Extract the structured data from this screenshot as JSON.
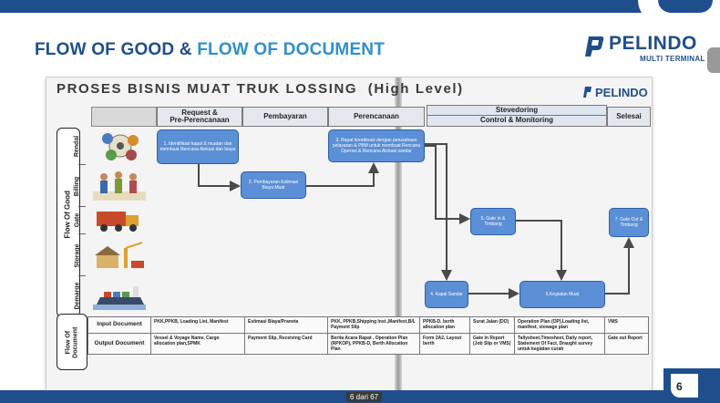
{
  "header": {
    "title_part1": "FLOW OF GOOD & ",
    "title_part2": "FLOW OF DOCUMENT",
    "logo_name": "PELINDO",
    "logo_sub": "MULTI TERMINAL"
  },
  "diagram": {
    "title": "PROSES BISNIS MUAT TRUK LOSSING",
    "title_level": "(High Level)",
    "logo": "PELINDO",
    "phases": {
      "request": "Request &\nPre-Perencanaan",
      "pembayaran": "Pembayaran",
      "perencanaan": "Perencanaan",
      "stevedoring": "Stevedoring",
      "control": "Control & Monitoring",
      "selesai": "Selesai"
    },
    "flow_of_good_label": "Flow Of Good",
    "lanes": [
      "Rendal",
      "Billing",
      "Gate",
      "Storage",
      "Demarge"
    ],
    "steps": {
      "s1": "1. Identifikasi kapal & muatan dan membuat Rencana Alokasi dan biaya",
      "s2": "2. Pembayaran Estimasi Biaya Muat",
      "s3": "3. Rapat koordinasi dengan perusahaan pelayaran & PBM untuk membuat Rencana Operasi & Rencana Alokasi sandar",
      "s4": "4. Kapal Sandar",
      "s5": "5. Gate In & Timbang",
      "s6": "6.Kegiatan Muat",
      "s7": "7. Gate Out & Timbang"
    },
    "flow_of_document_label": "Flow Of Document",
    "document_rows": [
      {
        "head": "Input Document",
        "cells": [
          "PKK,PPKB, Loading List, Manifest",
          "Estimasi Biaya/Pranota",
          "PKK, PPKB,Shipping Inst.,Manifest,B/L Payment Slip",
          "PPKB-D, berth allocation plan",
          "Surat Jalan (DO)",
          "Operation Plan (OP),Loading list, manifest, stowage plan",
          "VMS"
        ]
      },
      {
        "head": "Output Document",
        "cells": [
          "Vessel & Voyage Name, Cargo allocation plan,SPMK",
          "Payment Slip, Receiving Card",
          "Berita Acara Rapat , Operation Plan (RPKOP), PPKB-D, Berth Allocation Plan",
          "Form 2A2, Layout berth",
          "Gate In Report (Job Slip or VMS)",
          "Tallysheet,Timesheet, Daily report, Statement Of Fact, Draught survey untuk kegiatan curah",
          "Gate out Report"
        ]
      }
    ]
  },
  "footer": {
    "page_indicator": "6 dari 67",
    "slide_number": "6"
  },
  "colors": {
    "brand_blue": "#1f4e8c",
    "accent_blue": "#2f8fd0",
    "step_box": "#5b8fd6"
  }
}
